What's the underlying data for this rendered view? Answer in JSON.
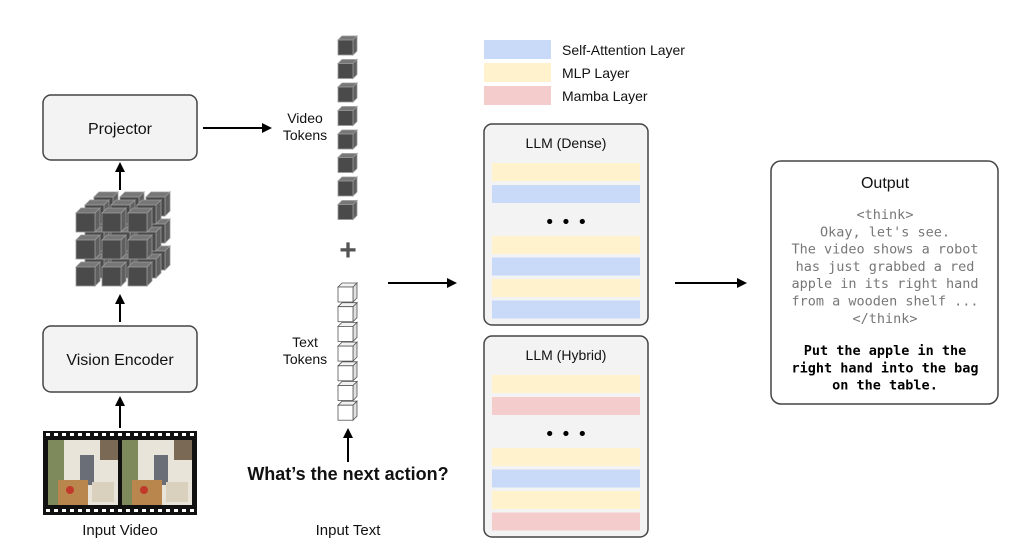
{
  "colors": {
    "attention": "#c9daf8",
    "mlp": "#fff2cc",
    "mamba": "#f4cccc",
    "box_fill": "#f3f3f3",
    "box_border": "#444444",
    "cube_dark": "#555555",
    "cube_light": "#ffffff"
  },
  "left": {
    "projector": "Projector",
    "vision_encoder": "Vision Encoder",
    "input_video": "Input Video"
  },
  "tokens": {
    "video_line1": "Video",
    "video_line2": "Tokens",
    "text_line1": "Text",
    "text_line2": "Tokens",
    "plus": "+",
    "question": "What’s the next action?",
    "input_text": "Input Text"
  },
  "legend": [
    {
      "label": "Self-Attention Layer",
      "type": "attention"
    },
    {
      "label": "MLP Layer",
      "type": "mlp"
    },
    {
      "label": "Mamba Layer",
      "type": "mamba"
    }
  ],
  "llm_dense": {
    "title": "LLM (Dense)",
    "dots": "• • •",
    "layers_top": [
      "mlp",
      "attention"
    ],
    "layers_bottom": [
      "mlp",
      "attention",
      "mlp",
      "attention"
    ]
  },
  "llm_hybrid": {
    "title": "LLM (Hybrid)",
    "dots": "• • •",
    "layers_top": [
      "mlp",
      "mamba"
    ],
    "layers_bottom": [
      "mlp",
      "attention",
      "mlp",
      "mamba"
    ]
  },
  "output": {
    "title": "Output",
    "think_lines": [
      "<think>",
      "Okay, let's see.",
      "The video shows a robot",
      "has just grabbed a red",
      "apple in its right hand",
      "from a wooden shelf ...",
      "</think>"
    ],
    "answer_lines": [
      "Put the apple in the",
      "right hand into the bag",
      "on the table."
    ]
  }
}
